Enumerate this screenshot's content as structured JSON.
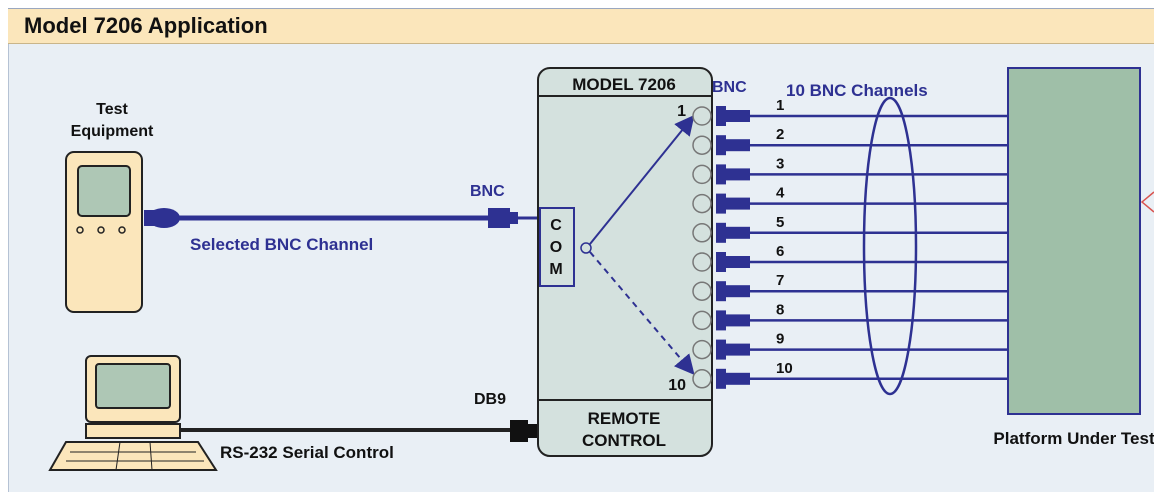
{
  "header": {
    "title": "Model 7206 Application"
  },
  "diagram": {
    "test_equipment_label_1": "Test",
    "test_equipment_label_2": "Equipment",
    "bnc_left_label": "BNC",
    "selected_channel_label": "Selected BNC Channel",
    "db9_label": "DB9",
    "serial_label": "RS-232 Serial Control",
    "model_label": "MODEL 7206",
    "com_letters": [
      "C",
      "O",
      "M"
    ],
    "remote_label_1": "REMOTE",
    "remote_label_2": "CONTROL",
    "bnc_right_label": "BNC",
    "channels_label": "10 BNC Channels",
    "port_first_label": "1",
    "port_last_label": "10",
    "channel_numbers": [
      "1",
      "2",
      "3",
      "4",
      "5",
      "6",
      "7",
      "8",
      "9",
      "10"
    ],
    "platform_label": "Platform Under Test"
  },
  "colors": {
    "wire": "#2e3192",
    "connector": "#2e3192",
    "device_fill": "#d4e1de",
    "platform_fill": "#9fbfa8",
    "outline": "#222222"
  }
}
